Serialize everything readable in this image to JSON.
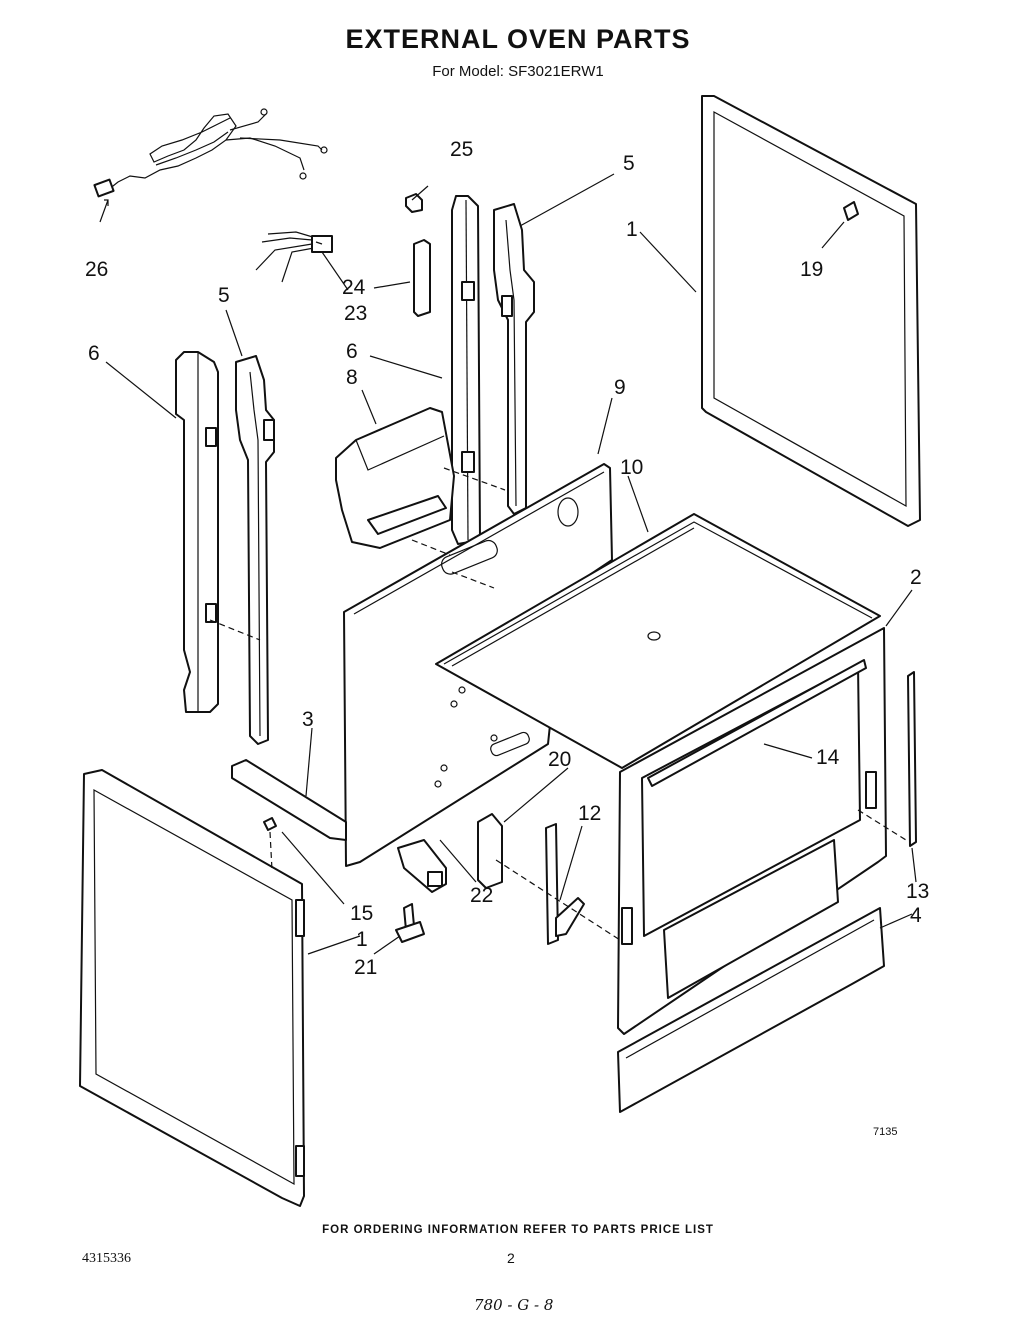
{
  "header": {
    "title": "EXTERNAL OVEN PARTS",
    "subtitle": "For Model: SF3021ERW1"
  },
  "callouts": {
    "c1_right": "1",
    "c1_left": "1",
    "c2": "2",
    "c3": "3",
    "c4": "4",
    "c5_left": "5",
    "c5_right": "5",
    "c6_left": "6",
    "c6_mid": "6",
    "c8": "8",
    "c9": "9",
    "c10": "10",
    "c12": "12",
    "c13": "13",
    "c14": "14",
    "c15": "15",
    "c19": "19",
    "c20": "20",
    "c21": "21",
    "c22": "22",
    "c23": "23",
    "c24": "24",
    "c25": "25",
    "c26": "26"
  },
  "footer": {
    "ordering_note": "FOR ORDERING INFORMATION REFER TO PARTS PRICE LIST",
    "doc_number": "4315336",
    "page_number": "2",
    "drawing_number": "7135",
    "handwritten_code": "780 - G - 8"
  }
}
